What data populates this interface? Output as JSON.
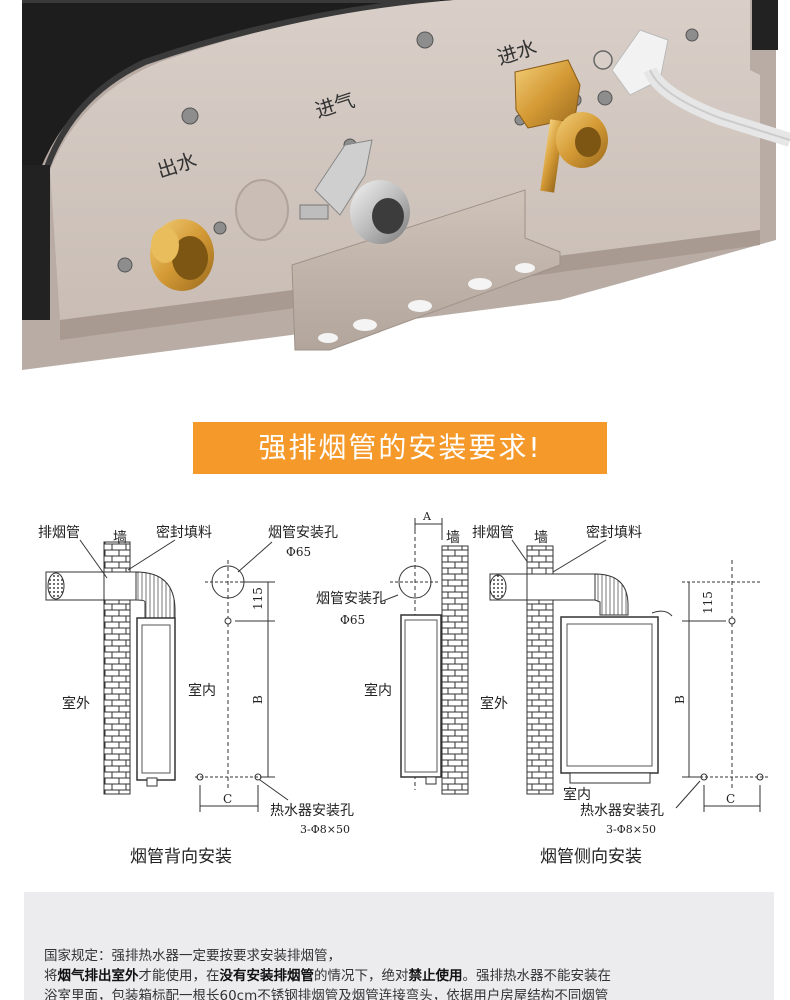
{
  "photo": {
    "labels": {
      "water_out": "出水",
      "gas_in": "进气",
      "water_in": "进水"
    }
  },
  "banner": {
    "title": "强排烟管的安装要求!"
  },
  "diagrams": {
    "back": {
      "exhaust_pipe": "排烟管",
      "wall": "墙",
      "seal_filler": "密封填料",
      "pipe_hole": "烟管安装孔",
      "pipe_hole_diameter": "Φ65",
      "dim_115": "115",
      "dim_b": "B",
      "dim_c": "C",
      "outdoor": "室外",
      "indoor": "室内",
      "heater_holes": "热水器安装孔",
      "heater_holes_spec": "3-Φ8×50",
      "caption": "烟管背向安装"
    },
    "middle": {
      "dim_a": "A",
      "wall": "墙",
      "pipe_hole": "烟管安装孔",
      "pipe_hole_diameter": "Φ65",
      "indoor": "室内"
    },
    "side": {
      "exhaust_pipe": "排烟管",
      "wall": "墙",
      "seal_filler": "密封填料",
      "dim_115": "115",
      "dim_b": "B",
      "dim_c": "C",
      "outdoor": "室外",
      "indoor": "室内",
      "heater_holes": "热水器安装孔",
      "heater_holes_spec": "3-Φ8×50",
      "caption": "烟管侧向安装"
    }
  },
  "notice": {
    "line1": "国家规定：强排热水器一定要按要求安装排烟管，",
    "l2_a": "将",
    "l2_b": "烟气排出室外",
    "l2_c": "才能使用，在",
    "l2_d": "没有安装排烟管",
    "l2_e": "的情况下，绝对",
    "l2_f": "禁止使用",
    "l2_g": "。强排热水器不能安装在",
    "line3": "浴室里面，包装箱标配一根长60cm不锈钢排烟管及烟管连接弯头，依据用户房屋结构不同烟管"
  }
}
